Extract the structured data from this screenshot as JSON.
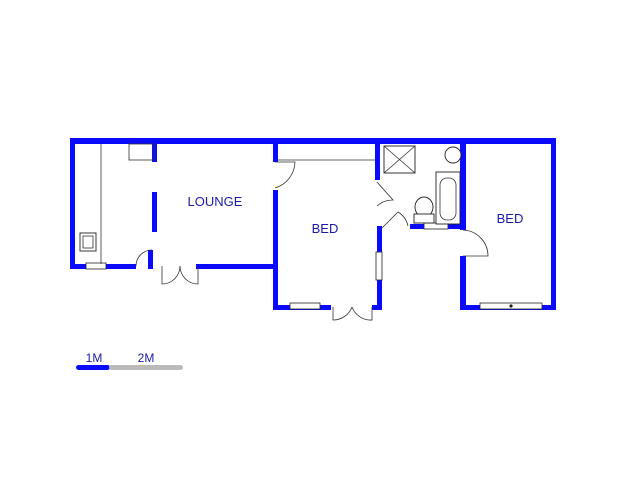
{
  "rooms": {
    "lounge": "LOUNGE",
    "bed1": "BED",
    "bed2": "BED"
  },
  "scale": {
    "label_1": "1M",
    "label_2": "2M"
  },
  "colors": {
    "wall": "#0a0aff",
    "label": "#1a1aa6",
    "scale_gray": "#bbbbbb"
  }
}
